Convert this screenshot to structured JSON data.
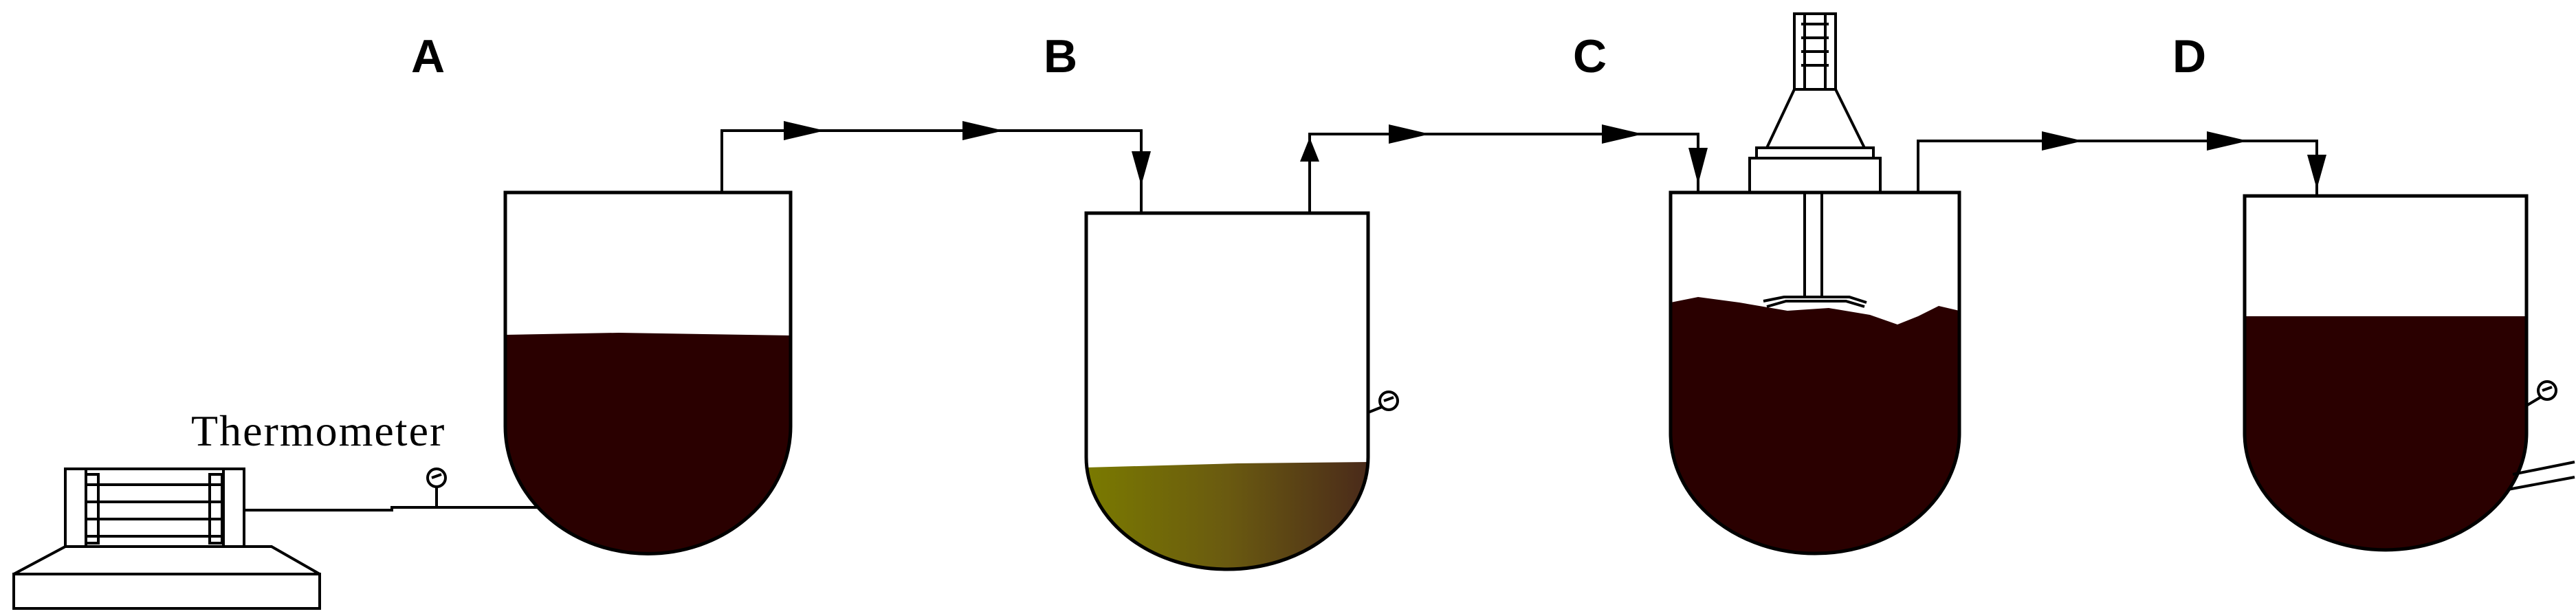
{
  "labels": {
    "panel_a": "A",
    "panel_b": "B",
    "panel_c": "C",
    "panel_d": "D",
    "thermometer": "Thermometer"
  },
  "colors": {
    "liquid_dark": "#2a0000",
    "liquid_b_start": "#7a7a00",
    "liquid_b_end": "#4a2a1a",
    "outline": "#000000",
    "background": "#ffffff"
  },
  "icons": {
    "gauge": "thermometer-gauge-icon",
    "arrow": "flow-arrow-icon",
    "heater": "heating-device-icon",
    "stirrer_motor": "stirrer-motor-icon"
  }
}
